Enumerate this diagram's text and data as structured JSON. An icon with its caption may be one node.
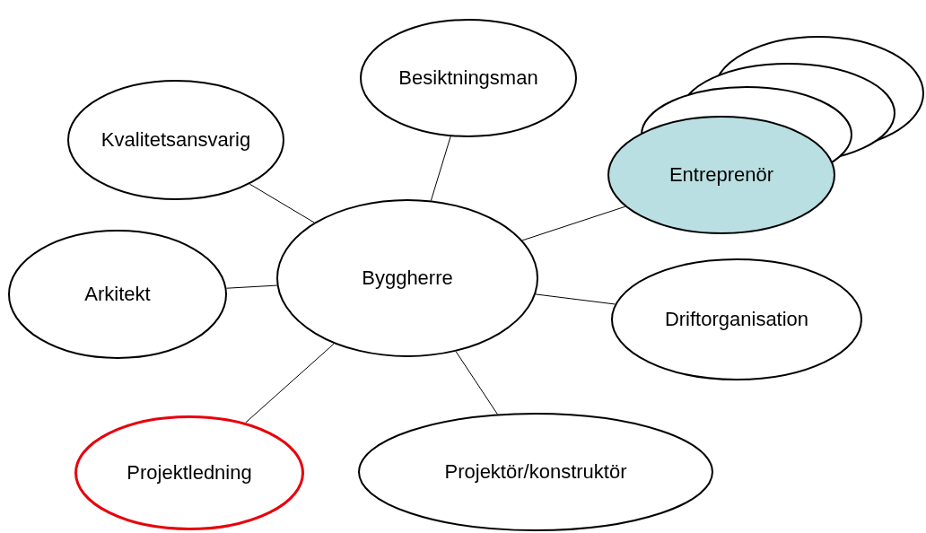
{
  "diagram": {
    "nodes": [
      {
        "text": [
          "Besiktningsman"
        ]
      },
      {
        "text": [
          "Kvalitetsansvarig"
        ]
      },
      {
        "text": [
          "Entreprenör"
        ]
      },
      {
        "text": [
          "Byggherre"
        ]
      },
      {
        "text": [
          "Arkitekt"
        ]
      },
      {
        "text": [
          "Driftorganisation"
        ]
      },
      {
        "text": [
          "Projektledning"
        ]
      },
      {
        "text": [
          "Projektör/konstruktör"
        ]
      }
    ],
    "edges": [
      {
        "from": 3,
        "to": 0,
        "arrow": "none"
      },
      {
        "from": 3,
        "to": 1,
        "arrow": "none"
      },
      {
        "from": 3,
        "to": 2,
        "arrow": "none"
      },
      {
        "from": 3,
        "to": 4,
        "arrow": "none"
      },
      {
        "from": 3,
        "to": 5,
        "arrow": "none"
      },
      {
        "from": 3,
        "to": 6,
        "arrow": "none"
      },
      {
        "from": 3,
        "to": 7,
        "arrow": "none"
      }
    ]
  }
}
